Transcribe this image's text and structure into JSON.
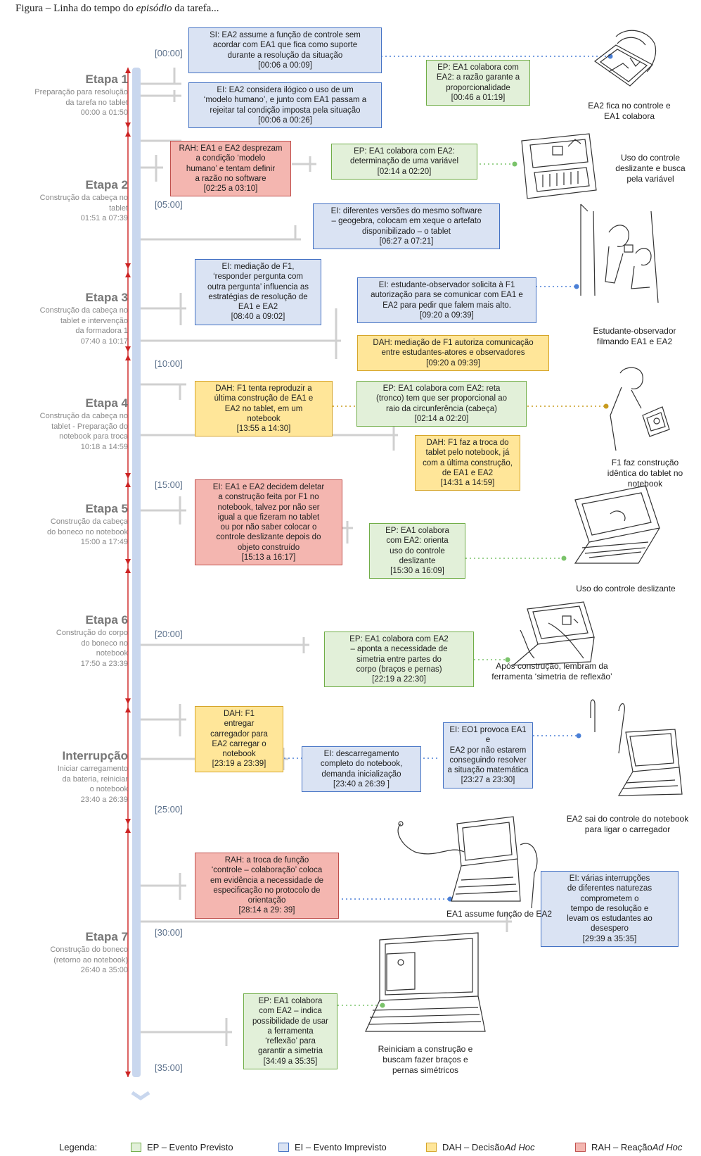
{
  "figure": {
    "title_prefix": "Figura",
    "title_middle": " – Linha do tempo do ",
    "title_italic": "episódio",
    "title_suffix": " da tarefa..."
  },
  "stages": [
    {
      "name": "Etapa 1",
      "desc": [
        "Preparação para resolução",
        "da tarefa no tablet",
        "00:00 a 01:50"
      ]
    },
    {
      "name": "Etapa 2",
      "desc": [
        "Construção da cabeça no",
        "tablet",
        "01:51 a 07:39"
      ]
    },
    {
      "name": "Etapa 3",
      "desc": [
        "Construção da cabeça no",
        "tablet e  intervenção",
        "da formadora 1",
        "07:40 a 10:17"
      ]
    },
    {
      "name": "Etapa 4",
      "desc": [
        "Construção da cabeça no",
        "tablet - Preparação do",
        "notebook para troca",
        "10:18 a 14:59"
      ]
    },
    {
      "name": "Etapa 5",
      "desc": [
        "Construção da cabeça",
        "do boneco no notebook",
        "15:00 a 17:49"
      ]
    },
    {
      "name": "Etapa 6",
      "desc": [
        "Construção do corpo",
        "do boneco no",
        "notebook",
        "17:50 a 23:39"
      ]
    },
    {
      "name": "Interrupção",
      "desc": [
        "Iniciar carregamento",
        "da bateria, reiniciar",
        "o notebook",
        "23:40 a 26:39"
      ]
    },
    {
      "name": "Etapa 7",
      "desc": [
        "Construção do boneco",
        "(retorno ao notebook)",
        "26:40 a 35:00"
      ]
    }
  ],
  "time_markers": [
    "[00:00]",
    "[05:00]",
    "[10:00]",
    "[15:00]",
    "[20:00]",
    "[25:00]",
    "[30:00]",
    "[35:00]"
  ],
  "events": [
    {
      "type": "ei",
      "lines": [
        "SI: EA2 assume a função de controle sem",
        "acordar com EA1 que fica como suporte",
        "durante a resolução da situação",
        "[00:06 a 00:09]"
      ]
    },
    {
      "type": "ei",
      "lines": [
        "EI: EA2 considera ilógico o uso de um",
        "‘modelo humano’, e junto com EA1 passam a",
        "rejeitar tal condição imposta pela situação",
        "[00:06 a 00:26]"
      ]
    },
    {
      "type": "ep",
      "lines": [
        "EP: EA1 colabora com",
        "EA2: a razão garante a",
        "proporcionalidade",
        "[00:46 a 01:19]"
      ]
    },
    {
      "type": "rah",
      "lines": [
        "RAH: EA1 e EA2 desprezam",
        "a condição ‘modelo",
        "humano’ e tentam definir",
        "a razão no software",
        "[02:25 a 03:10]"
      ]
    },
    {
      "type": "ep",
      "lines": [
        "EP: EA1 colabora com EA2:",
        "determinação de uma variável",
        "[02:14 a 02:20]"
      ]
    },
    {
      "type": "ei",
      "lines": [
        "EI: diferentes versões do mesmo software",
        "– geogebra, colocam em xeque o artefato",
        "disponibilizado – o tablet",
        "[06:27 a 07:21]"
      ]
    },
    {
      "type": "ei",
      "lines": [
        "EI: mediação de F1,",
        "‘responder pergunta com",
        "outra pergunta’ influencia as",
        "estratégias de resolução de",
        "EA1 e EA2",
        "[08:40 a 09:02]"
      ]
    },
    {
      "type": "ei",
      "lines": [
        "EI: estudante-observador solicita à F1",
        "autorização para se comunicar com EA1 e",
        "EA2 para pedir que falem mais alto.",
        "[09:20 a 09:39]"
      ]
    },
    {
      "type": "dah",
      "lines": [
        "DAH: mediação de F1 autoriza comunicação",
        "entre estudantes-atores e observadores",
        "[09:20 a 09:39]"
      ]
    },
    {
      "type": "dah",
      "lines": [
        "DAH: F1 tenta reproduzir a",
        "última construção de EA1 e",
        "EA2 no tablet, em um",
        "notebook",
        "[13:55 a 14:30]"
      ]
    },
    {
      "type": "ep",
      "lines": [
        "EP: EA1 colabora com EA2: reta",
        "(tronco) tem que ser proporcional ao",
        "raio da circunferência (cabeça)",
        "[02:14 a 02:20]"
      ]
    },
    {
      "type": "dah",
      "lines": [
        "DAH: F1 faz a troca do",
        "tablet pelo notebook, já",
        "com a última construção,",
        "de EA1 e EA2",
        "[14:31 a 14:59]"
      ]
    },
    {
      "type": "rah",
      "lines": [
        "EI: EA1 e EA2 decidem deletar",
        "a construção feita por F1 no",
        "notebook, talvez por não ser",
        "igual a que fizeram no tablet",
        "ou por não saber colocar o",
        "controle deslizante depois do",
        "objeto construído",
        "[15:13 a 16:17]"
      ]
    },
    {
      "type": "ep",
      "lines": [
        "EP: EA1 colabora",
        "com EA2: orienta",
        "uso do controle",
        "deslizante",
        "[15:30 a 16:09]"
      ]
    },
    {
      "type": "ep",
      "lines": [
        "EP: EA1 colabora com EA2",
        "– aponta a necessidade de",
        "simetria entre partes do",
        "corpo (braços e pernas)",
        "[22:19 a 22:30]"
      ]
    },
    {
      "type": "dah",
      "lines": [
        "DAH: F1",
        "entregar",
        "carregador para",
        "EA2 carregar o",
        "notebook",
        "[23:19 a 23:39]"
      ]
    },
    {
      "type": "ei",
      "lines": [
        "EI: descarregamento",
        "completo do notebook,",
        "demanda inicialização",
        "[23:40 a 26:39 ]"
      ]
    },
    {
      "type": "ei",
      "lines": [
        "EI: EO1 provoca EA1 e",
        "EA2 por não estarem",
        "conseguindo resolver",
        "a situação matemática",
        "[23:27 a 23:30]"
      ]
    },
    {
      "type": "rah",
      "lines": [
        "RAH: a troca de função",
        "‘controle – colaboração’ coloca",
        "em evidência a necessidade de",
        "especificação no protocolo de",
        "orientação",
        "[28:14 a 29: 39]"
      ]
    },
    {
      "type": "ei",
      "lines": [
        "EI: várias interrupções",
        "de diferentes naturezas",
        "comprometem o",
        "tempo de resolução e",
        "levam os estudantes ao",
        "desespero",
        "[29:39 a 35:35]"
      ]
    },
    {
      "type": "ep",
      "lines": [
        "EP: EA1 colabora",
        "com EA2 – indica",
        "possibilidade de usar",
        "a ferramenta",
        "‘reflexão’ para",
        "garantir a simetria",
        "[34:49 a 35:35]"
      ]
    }
  ],
  "captions": [
    [
      "EA2 fica no controle e",
      "EA1 colabora"
    ],
    [
      "Uso do controle",
      "deslizante e busca",
      "pela variável"
    ],
    [
      "Estudante-observador",
      "filmando EA1 e EA2"
    ],
    [
      "F1 faz construção",
      "idêntica do tablet no",
      "notebook"
    ],
    [
      "Uso do controle deslizante"
    ],
    [
      "Após construção, lembram da",
      "ferramenta ‘simetria de reflexão’"
    ],
    [
      "EA2 sai do controle do notebook",
      "para ligar o carregador"
    ],
    [
      "EA1 assume função de EA2"
    ],
    [
      "Reiniciam a construção e",
      "buscam fazer braços e",
      "pernas simétricos"
    ]
  ],
  "legend": {
    "label": "Legenda:",
    "items": [
      {
        "code": "EP – Evento Previsto",
        "italic": "",
        "color": "#e2f0d9",
        "border": "#70ad47"
      },
      {
        "code": "EI – Evento Imprevisto",
        "italic": "",
        "color": "#dae3f3",
        "border": "#4472c4"
      },
      {
        "code": "DAH – Decisão ",
        "italic": "Ad Hoc",
        "color": "#ffe699",
        "border": "#d6a52a"
      },
      {
        "code": "RAH – Reação ",
        "italic": "Ad Hoc",
        "color": "#f4b6b0",
        "border": "#c0504d"
      }
    ]
  },
  "colors": {
    "timeline": "#c9d7ee",
    "stage_line": "#cc2222",
    "ep_dot": "#7ac36a",
    "ei_dot": "#4a7fd6",
    "dah_dot": "#c89b1e"
  }
}
